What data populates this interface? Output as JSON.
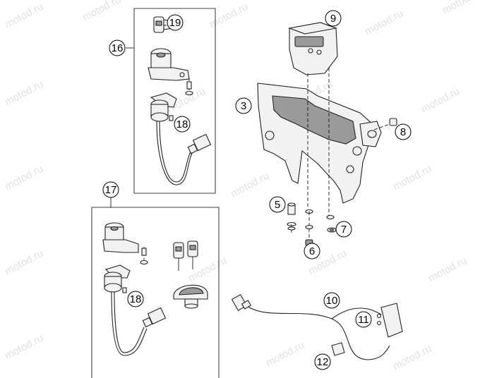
{
  "watermark": "motod.ru",
  "callouts": {
    "c3": "3",
    "c5": "5",
    "c6": "6",
    "c7": "7",
    "c8": "8",
    "c9": "9",
    "c10": "10",
    "c11": "11",
    "c12": "12",
    "c16": "16",
    "c17": "17",
    "c18a": "18",
    "c18b": "18",
    "c19": "19"
  },
  "colors": {
    "line": "#222222",
    "watermark": "#c9c9c9",
    "background": "#ffffff"
  }
}
